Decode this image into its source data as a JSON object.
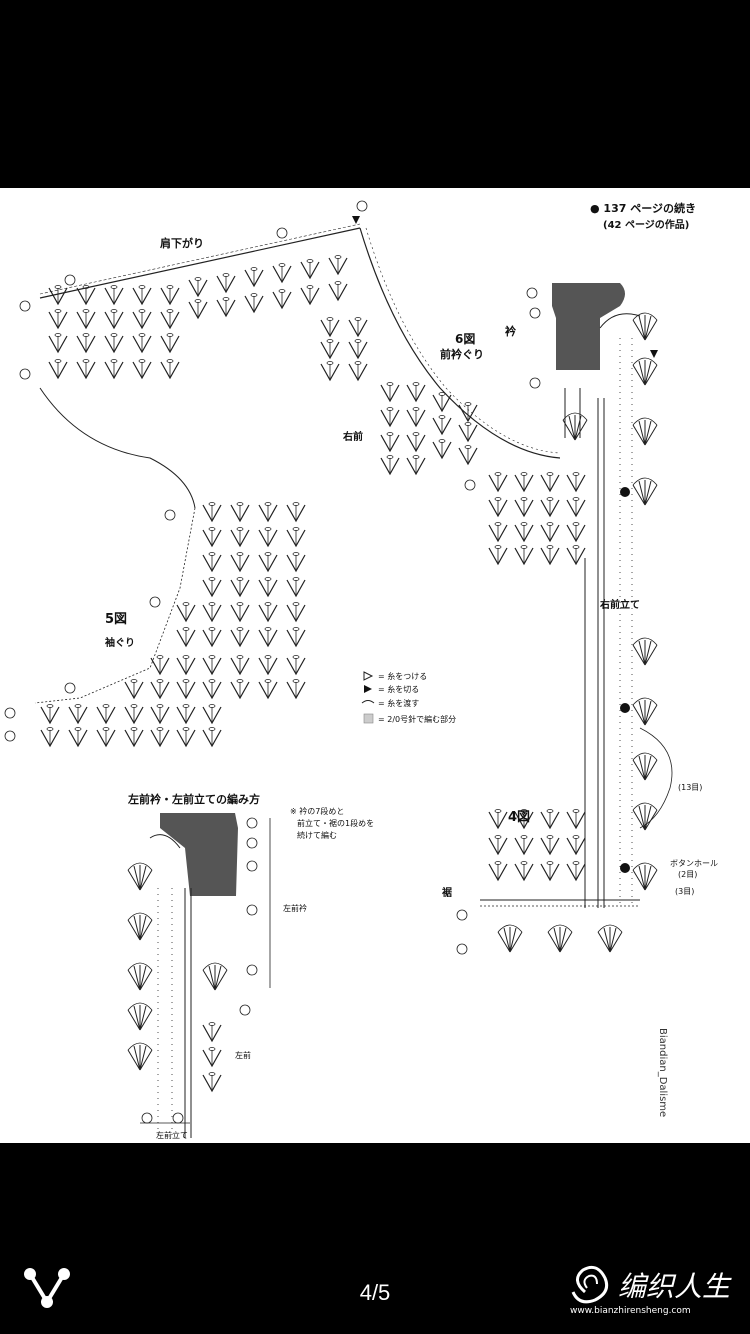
{
  "viewer": {
    "page_indicator": "4/5",
    "site_name": "编织人生",
    "site_url": "www.bianzhirensheng.com"
  },
  "diagram": {
    "continued_note": "● 137 ページの続き",
    "work_note": "(42 ページの作品)",
    "shoulder_label": "肩下がり",
    "fig6_label": "6図",
    "front_neck_label": "前衿ぐり",
    "collar_label": "衿",
    "right_front_label": "右前",
    "fig5_label": "5図",
    "armhole_label": "袖ぐり",
    "right_placket_label": "右前立て",
    "legend": {
      "attach": "= 糸をつける",
      "cut": "= 糸を切る",
      "pass": "= 糸を渡す",
      "needle": "= 2/0号針で編む部分"
    },
    "left_title": "左前衿・左前立ての編み方",
    "left_note_1": "※ 衿の7段めと",
    "left_note_2": "前立て・裾の1段めを",
    "left_note_3": "続けて編む",
    "left_collar": "左前衿",
    "left_front": "左前",
    "left_placket": "左前立て",
    "fig4_label": "4図",
    "hem_label": "裾",
    "rows_13": "(13目)",
    "buttonhole": "ボタンホール",
    "sts_2": "(2目)",
    "sts_3": "(3目)",
    "watermark": "Biandian_Dalisme"
  }
}
